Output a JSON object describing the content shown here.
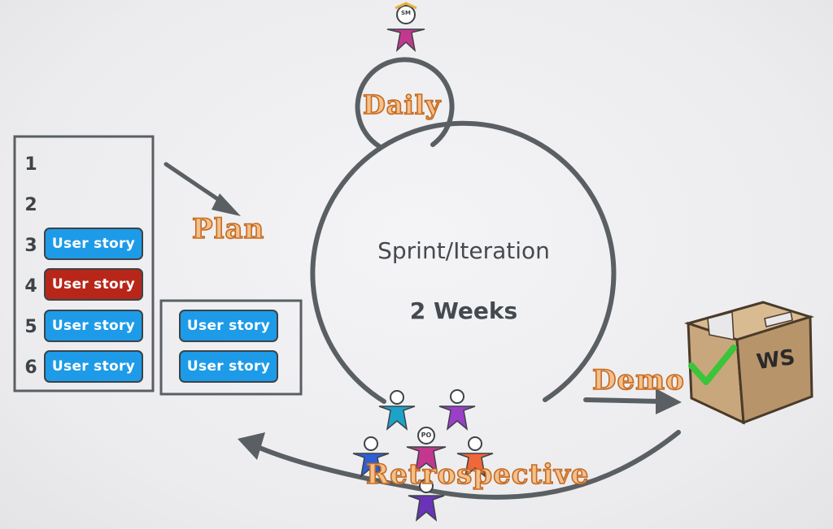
{
  "backlog": {
    "rows": [
      {
        "num": "1",
        "story": ""
      },
      {
        "num": "2",
        "story": ""
      },
      {
        "num": "3",
        "story": "User story"
      },
      {
        "num": "4",
        "story": "User story"
      },
      {
        "num": "5",
        "story": "User story"
      },
      {
        "num": "6",
        "story": "User story"
      }
    ]
  },
  "sprint_backlog": {
    "stories": [
      "User story",
      "User story"
    ]
  },
  "labels": {
    "plan": "Plan",
    "daily": "Daily",
    "sprint": "Sprint/Iteration",
    "duration": "2 Weeks",
    "demo": "Demo",
    "retrospective": "Retrospective",
    "sm": "SM",
    "po": "PO",
    "box": "WS"
  },
  "colors": {
    "story_blue": "#1e9be8",
    "story_red": "#b8261a",
    "stroke": "#5a5f63",
    "label_orange": "#e08a4a",
    "box": "#c9a77c",
    "check": "#3cc43a",
    "person_magenta": "#c2388e",
    "person_teal": "#1ea3c8",
    "person_purple": "#9b3fc8",
    "person_blue": "#2d5fd6",
    "person_orange": "#f0673a",
    "person_violet": "#6a33b8"
  }
}
